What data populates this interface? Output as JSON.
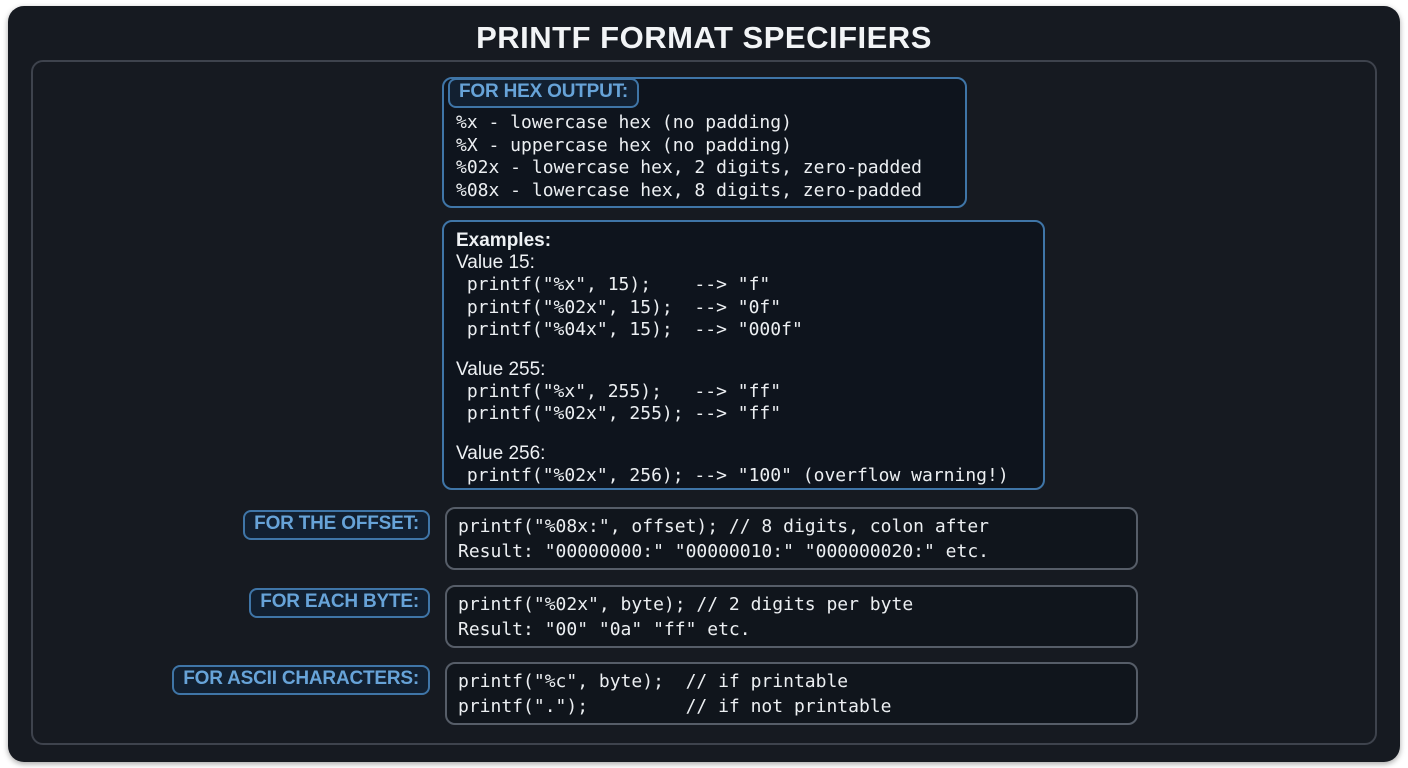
{
  "title": "PRINTF FORMAT SPECIFIERS",
  "colors": {
    "card_background": "#161a21",
    "accent_blue_text": "#67a3d8",
    "accent_blue_border": "#3f75a7",
    "gray_box_border": "#565d68",
    "code_text": "#eceff2"
  },
  "hex_output": {
    "label": "FOR HEX OUTPUT:",
    "lines": [
      "%x - lowercase hex (no padding)",
      "%X - uppercase hex (no padding)",
      "%02x - lowercase hex, 2 digits, zero-padded",
      "%08x - lowercase hex, 8 digits, zero-padded"
    ]
  },
  "examples": {
    "heading": "Examples:",
    "groups": [
      {
        "label": "Value 15:",
        "lines": [
          " printf(\"%x\", 15);    --> \"f\"",
          " printf(\"%02x\", 15);  --> \"0f\"",
          " printf(\"%04x\", 15);  --> \"000f\""
        ]
      },
      {
        "label": "Value 255:",
        "lines": [
          " printf(\"%x\", 255);   --> \"ff\"",
          " printf(\"%02x\", 255); --> \"ff\""
        ]
      },
      {
        "label": "Value 256:",
        "lines": [
          " printf(\"%02x\", 256); --> \"100\" (overflow warning!)"
        ]
      }
    ]
  },
  "sections": [
    {
      "label": "FOR THE OFFSET:",
      "lines": [
        "printf(\"%08x:\", offset); // 8 digits, colon after",
        "Result: \"00000000:\" \"00000010:\" \"000000020:\" etc."
      ]
    },
    {
      "label": "FOR EACH BYTE:",
      "lines": [
        "printf(\"%02x\", byte); // 2 digits per byte",
        "Result: \"00\" \"0a\" \"ff\" etc."
      ]
    },
    {
      "label": "FOR ASCII CHARACTERS:",
      "lines": [
        "printf(\"%c\", byte);  // if printable",
        "printf(\".\");         // if not printable"
      ]
    }
  ]
}
